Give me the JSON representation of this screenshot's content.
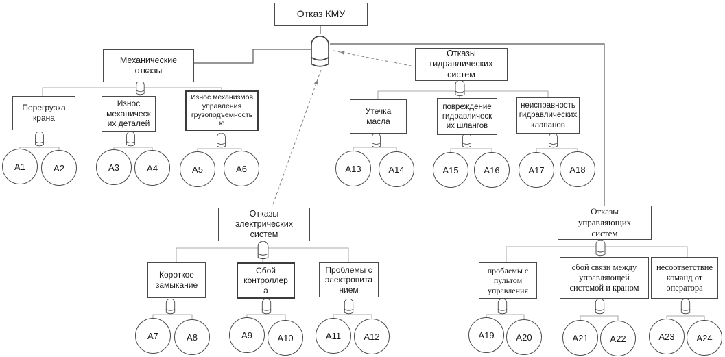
{
  "diagram_type": "fault-tree",
  "gate_icon": "or-gate",
  "colors": {
    "box_border": "#4a4a4a",
    "main_line": "#595959",
    "rail_line": "#ababab",
    "dashed_line": "#808080",
    "background": "#ffffff"
  },
  "root": {
    "label": "Отказ КМУ"
  },
  "branches": {
    "mechanical": {
      "label": "Механические\nотказы",
      "children": [
        {
          "label": "Перегрузка\nкрана",
          "events": [
            "A1",
            "A2"
          ]
        },
        {
          "label": "Износ\nмеханическ\nих деталей",
          "events": [
            "A3",
            "A4"
          ]
        },
        {
          "label": "Износ механизмов\nуправления\nгрузоподъемность\nю",
          "events": [
            "A5",
            "A6"
          ]
        }
      ]
    },
    "hydraulic": {
      "label": "Отказы\nгидравлических\nсистем",
      "children": [
        {
          "label": "Утечка\nмасла",
          "events": [
            "A13",
            "A14"
          ]
        },
        {
          "label": "повреждение\nгидравлическ\nих шлангов",
          "events": [
            "A15",
            "A16"
          ]
        },
        {
          "label": "неисправность\nгидравлических\nклапанов",
          "events": [
            "A17",
            "A18"
          ]
        }
      ]
    },
    "electrical": {
      "label": "Отказы\nэлектрических\nсистем",
      "children": [
        {
          "label": "Короткое\nзамыкание",
          "events": [
            "A7",
            "A8"
          ]
        },
        {
          "label": "Сбой\nконтроллер\nа",
          "events": [
            "A9",
            "A10"
          ]
        },
        {
          "label": "Проблемы с\nэлектропита\nнием",
          "events": [
            "A11",
            "A12"
          ]
        }
      ]
    },
    "control": {
      "label": "Отказы\nуправляющих\nсистем",
      "children": [
        {
          "label": "проблемы с\nпультом\nуправления",
          "events": [
            "A19",
            "A20"
          ]
        },
        {
          "label": "сбой связи между\nуправляющей\nсистемой и краном",
          "events": [
            "A21",
            "A22"
          ]
        },
        {
          "label": "несоответствие\nкоманд от\nоператора",
          "events": [
            "A23",
            "A24"
          ]
        }
      ]
    }
  }
}
